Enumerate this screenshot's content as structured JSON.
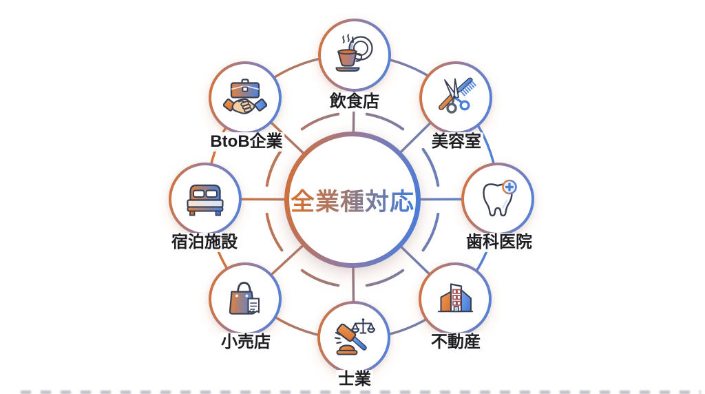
{
  "diagram": {
    "title_note": "industries supported hub diagram",
    "center": {
      "label": "全業種対応"
    },
    "nodes": [
      {
        "id": "restaurant",
        "label": "飲食店",
        "icon": "coffee-cup-icon",
        "position": "top"
      },
      {
        "id": "beauty-salon",
        "label": "美容室",
        "icon": "scissors-comb-icon",
        "position": "top-right"
      },
      {
        "id": "dental-clinic",
        "label": "歯科医院",
        "icon": "tooth-icon",
        "position": "right"
      },
      {
        "id": "real-estate",
        "label": "不動産",
        "icon": "building-icon",
        "position": "bottom-right"
      },
      {
        "id": "professional-services",
        "label": "士業",
        "icon": "gavel-scales-icon",
        "position": "bottom"
      },
      {
        "id": "retail-store",
        "label": "小売店",
        "icon": "shopping-bag-icon",
        "position": "bottom-left"
      },
      {
        "id": "accommodation",
        "label": "宿泊施設",
        "icon": "bed-icon",
        "position": "left"
      },
      {
        "id": "btob-company",
        "label": "BtoB企業",
        "icon": "briefcase-handshake-icon",
        "position": "top-left"
      }
    ],
    "colors": {
      "accent_orange": "#DB7230",
      "accent_blue": "#4A82DE",
      "icon_outline": "#3A4052",
      "label_text": "#1E1E22",
      "background": "#FFFFFF"
    }
  }
}
